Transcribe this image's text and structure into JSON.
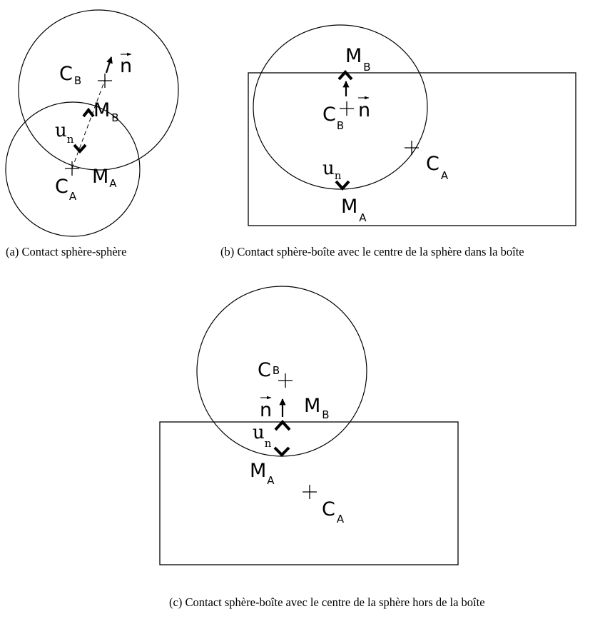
{
  "subfigures": [
    {
      "id": "a",
      "caption": "(a)  Contact sphère-sphère",
      "labels": {
        "cb_main": "C",
        "cb_sub": "B",
        "n": "n",
        "mb_main": "M",
        "mb_sub": "B",
        "un_main": "u",
        "un_sub": "n",
        "ca_main": "C",
        "ca_sub": "A",
        "ma_main": "M",
        "ma_sub": "A"
      }
    },
    {
      "id": "b",
      "caption": "(b)  Contact sphère-boîte avec le centre de la sphère dans la boîte",
      "labels": {
        "mb_main": "M",
        "mb_sub": "B",
        "cb_main": "C",
        "cb_sub": "B",
        "n": "n",
        "un_main": "u",
        "un_sub": "n",
        "ca_main": "C",
        "ca_sub": "A",
        "ma_main": "M",
        "ma_sub": "A"
      }
    },
    {
      "id": "c",
      "caption": "(c)  Contact sphère-boîte avec le centre de la sphère hors de la boîte",
      "labels": {
        "cb_main": "C",
        "cb_sub": "B",
        "n": "n",
        "mb_main": "M",
        "mb_sub": "B",
        "un_main": "u",
        "un_sub": "n",
        "ma_main": "M",
        "ma_sub": "A",
        "ca_main": "C",
        "ca_sub": "A"
      }
    }
  ]
}
